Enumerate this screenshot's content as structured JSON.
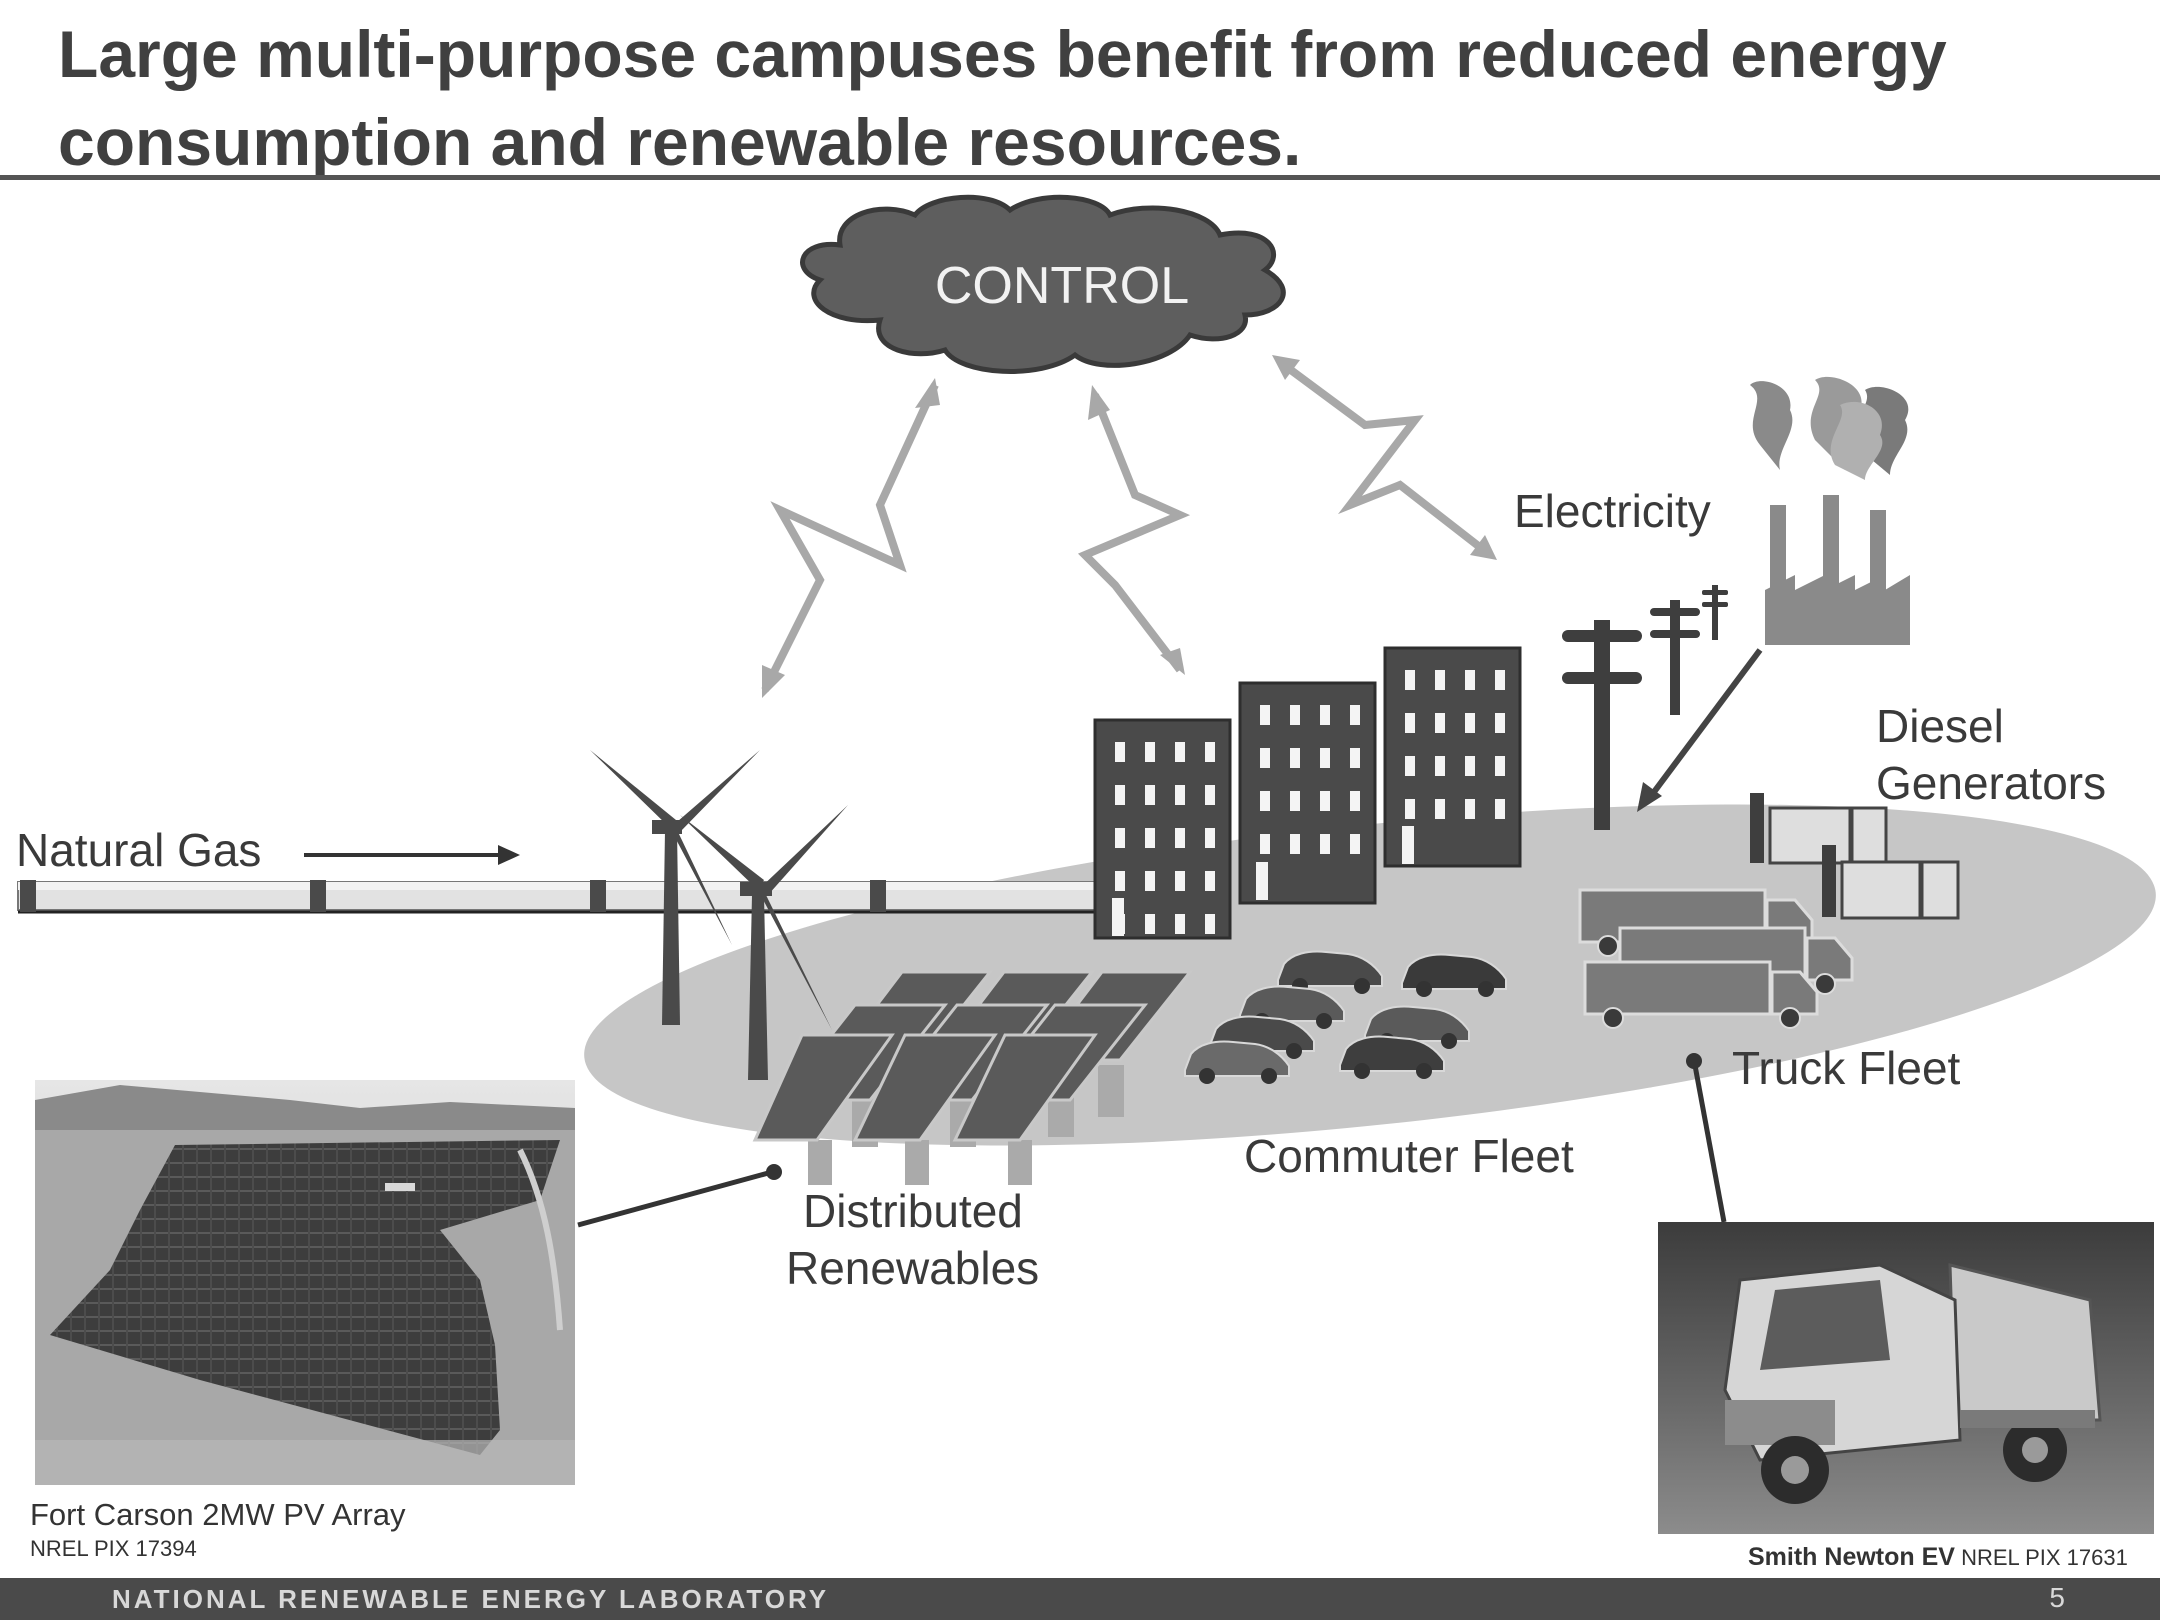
{
  "slide": {
    "title": "Large multi-purpose campuses benefit from reduced energy consumption and renewable resources.",
    "page_number": "5",
    "footer": "NATIONAL RENEWABLE ENERGY LABORATORY"
  },
  "diagram": {
    "control": "CONTROL",
    "labels": {
      "electricity": "Electricity",
      "diesel_line1": "Diesel",
      "diesel_line2": "Generators",
      "natural_gas": "Natural Gas",
      "truck_fleet": "Truck Fleet",
      "commuter_fleet": "Commuter Fleet",
      "distributed_line1": "Distributed",
      "distributed_line2": "Renewables"
    },
    "colors": {
      "dark": "#4a4a4a",
      "mid": "#8a8a8a",
      "light": "#c8c8c8",
      "arrow": "#a8a8a8"
    }
  },
  "photos": {
    "pv_caption": "Fort Carson 2MW PV Array",
    "pv_credit": "NREL PIX 17394",
    "ev_caption_bold": "Smith Newton EV",
    "ev_credit": "NREL PIX 17631"
  }
}
